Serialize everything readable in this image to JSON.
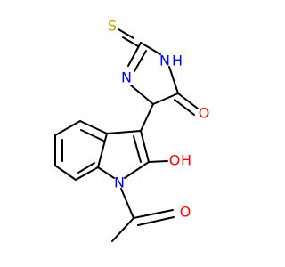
{
  "atoms": {
    "sulfur": "S",
    "nitrogen_h": "N",
    "hydrogen_nh": "H",
    "nitrogen_imine": "N",
    "oxygen_carbonyl_ring": "O",
    "oxygen_hydroxyl": "O",
    "hydrogen_hydroxyl": "H",
    "nitrogen_indole": "N",
    "oxygen_acetyl": "O"
  },
  "colors": {
    "bond": "#000000",
    "sulfur": "#b8a200",
    "nitrogen": "#0000ff",
    "oxygen": "#ff0000"
  }
}
